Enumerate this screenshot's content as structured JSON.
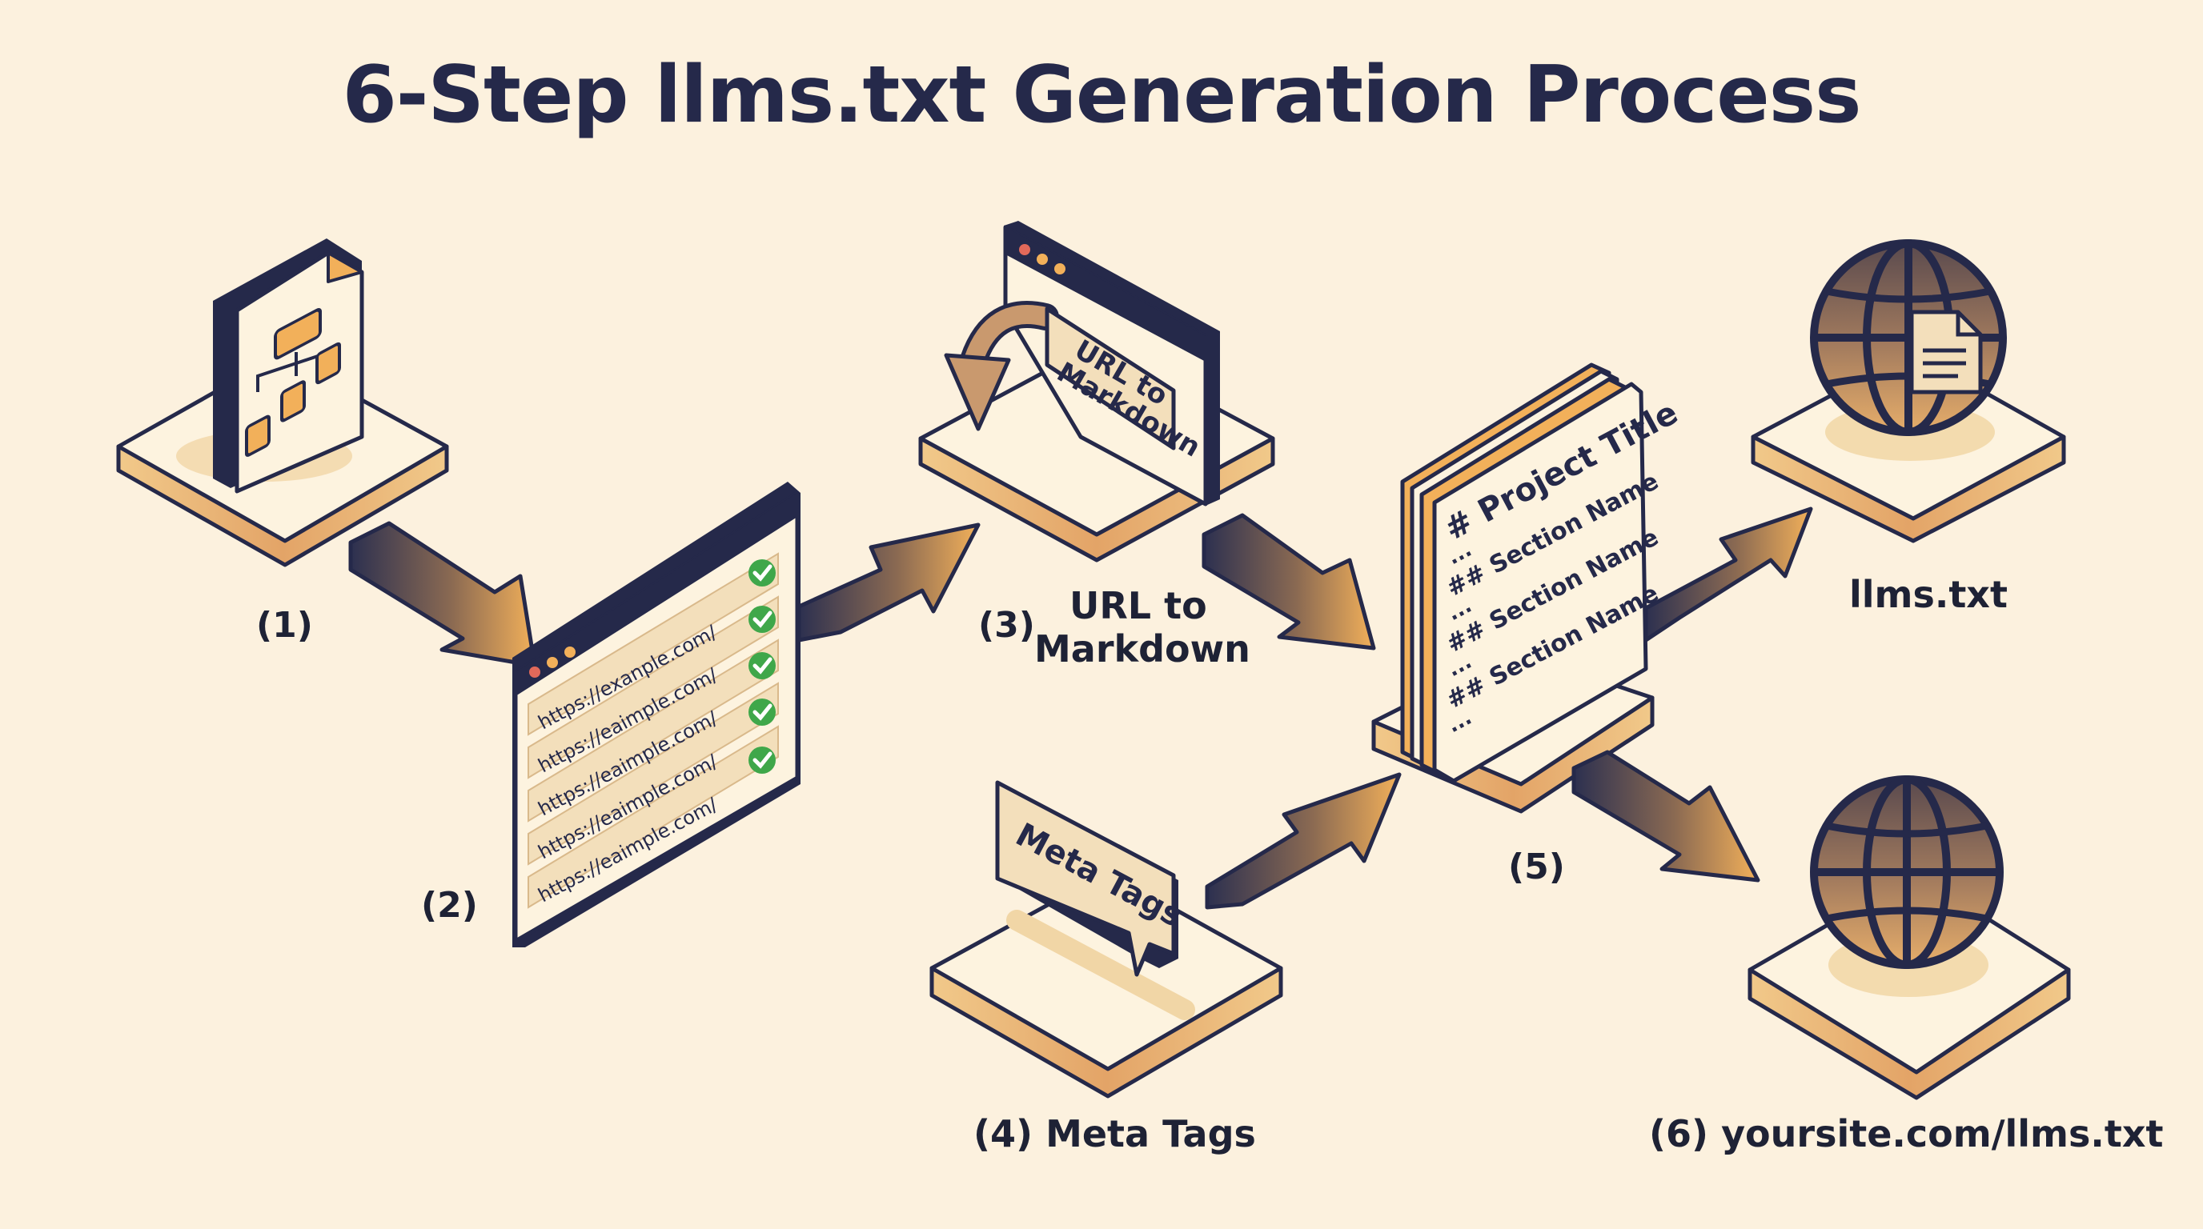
{
  "title": "6-Step llms.txt Generation Process",
  "colors": {
    "background": "#fcf1de",
    "navy": "#25294a",
    "orange": "#f2b05a",
    "cream": "#fdf3df",
    "check_green": "#3fa74a"
  },
  "steps": [
    {
      "number_label": "(1)",
      "icon": "sitemap-document-icon"
    },
    {
      "number_label": "(2)",
      "icon": "url-list-window-icon",
      "urls": [
        "https://exanple.com/",
        "https://eaimple.com/",
        "https://eaimple.com/",
        "https://eaimple.com/",
        "https://eaimple.com/"
      ]
    },
    {
      "number_label": "(3)",
      "caption_line1": "URL to",
      "caption_line2": "Markdown",
      "card_line1": "URL to",
      "card_line2": "Markdown",
      "icon": "browser-window-icon"
    },
    {
      "caption": "(4) Meta Tags",
      "bubble_text": "Meta Tags",
      "icon": "speech-bubble-icon"
    },
    {
      "number_label": "(5)",
      "icon": "document-stack-icon",
      "doc_lines": [
        "# Project Title",
        "...",
        "## Section Name",
        "...",
        "## Section Name",
        "...",
        "## Section Name",
        "..."
      ]
    },
    {
      "output_label": "llms.txt",
      "icon": "globe-document-icon"
    },
    {
      "caption": "(6) yoursite.com/llms.txt",
      "icon": "globe-icon"
    }
  ]
}
